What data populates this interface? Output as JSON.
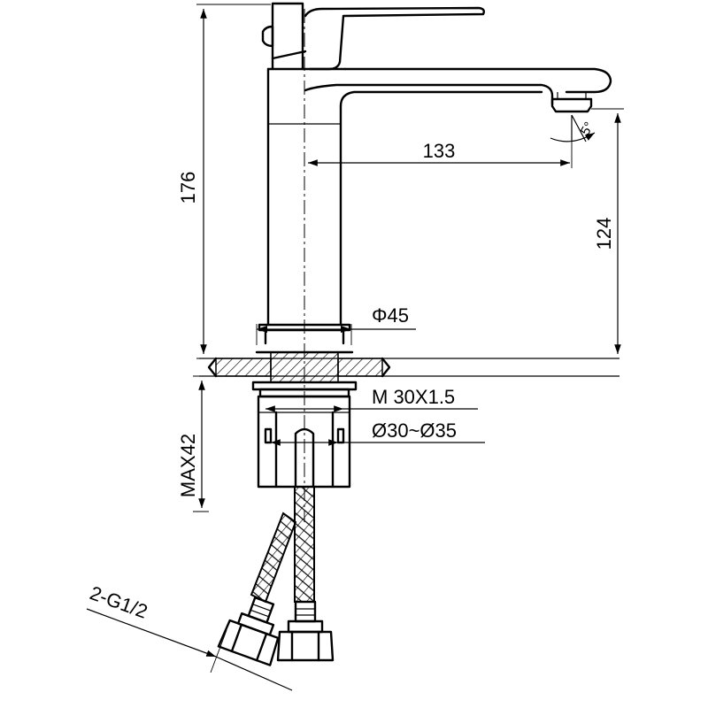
{
  "drawing": {
    "dimensions": {
      "total_height": "176",
      "spout_reach": "133",
      "spout_height": "124",
      "base_diameter": "Φ45",
      "thread": "M 30X1.5",
      "hole_range": "Ø30~Ø35",
      "max_counter_thickness": "MAX42",
      "hose_connection": "2-G1/2",
      "spout_angle": "5°"
    }
  }
}
